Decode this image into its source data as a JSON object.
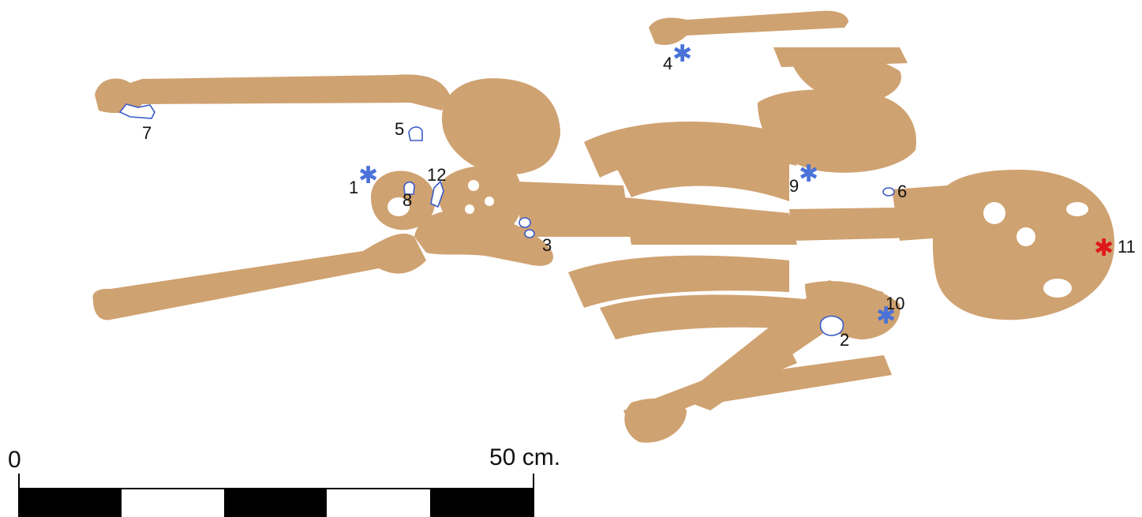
{
  "figure": {
    "bone_color": "#cfa271",
    "marker_color_blue": "#4a72d8",
    "marker_color_red": "#e01818",
    "outline_color": "#3a5bc7"
  },
  "markers": [
    {
      "label": "1",
      "kind": "asterisk",
      "color": "blue"
    },
    {
      "label": "2",
      "kind": "outline",
      "color": "blue"
    },
    {
      "label": "3",
      "kind": "outline",
      "color": "blue"
    },
    {
      "label": "4",
      "kind": "asterisk",
      "color": "blue"
    },
    {
      "label": "5",
      "kind": "outline",
      "color": "blue"
    },
    {
      "label": "6",
      "kind": "outline",
      "color": "blue"
    },
    {
      "label": "7",
      "kind": "outline",
      "color": "blue"
    },
    {
      "label": "8",
      "kind": "outline",
      "color": "blue"
    },
    {
      "label": "9",
      "kind": "asterisk",
      "color": "blue"
    },
    {
      "label": "10",
      "kind": "asterisk",
      "color": "blue"
    },
    {
      "label": "11",
      "kind": "asterisk",
      "color": "red"
    },
    {
      "label": "12",
      "kind": "outline",
      "color": "blue"
    }
  ],
  "asterisk_glyph": "✱",
  "scale_bar": {
    "start_label": "0",
    "end_label": "50 cm.",
    "segments": [
      "black",
      "white",
      "black",
      "white",
      "black"
    ]
  }
}
